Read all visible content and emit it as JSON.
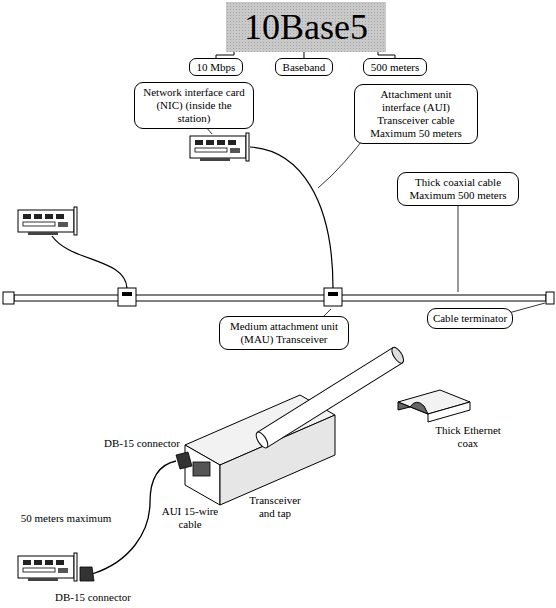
{
  "diagram": {
    "nodes": [
      {
        "text": [
          "10Base5"
        ]
      },
      {
        "text": [
          "10 Mbps"
        ]
      },
      {
        "text": [
          "Baseband"
        ]
      },
      {
        "text": [
          "500 meters"
        ]
      },
      {
        "text": [
          "Network interface card (NIC) (inside the station)"
        ]
      },
      {
        "text": [
          "Attachment unit interface (AUI) Transceiver cable Maximum 50 meters"
        ]
      },
      {
        "text": [
          "Thick coaxial cable Maximum 500 meters"
        ]
      },
      {
        "text": [
          "Medium attachment unit (MAU) Transceiver"
        ]
      },
      {
        "text": [
          "Cable terminator"
        ]
      }
    ],
    "edges": [
      {
        "from": 0,
        "to": 1,
        "arrow": "none"
      },
      {
        "from": 0,
        "to": 2,
        "arrow": "none"
      },
      {
        "from": 0,
        "to": 3,
        "arrow": "none"
      }
    ],
    "labels": [
      "DB-15 connector",
      "50 meters maximum",
      "AUI 15-wire cable",
      "Transceiver and tap",
      "Thick Ethernet coax",
      "DB-15 connector"
    ]
  }
}
